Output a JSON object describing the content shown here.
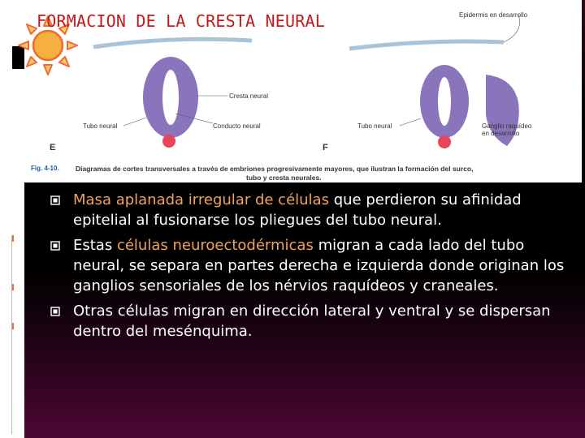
{
  "slide": {
    "title": "FORMACION DE LA CRESTA NEURAL"
  },
  "figure": {
    "labels": {
      "epidermis": "Epidermis en desarrollo",
      "cresta": "Cresta neural",
      "tubo_e": "Tubo neural",
      "conducto": "Conducto neural",
      "tubo_f": "Tubo neural",
      "ganglio_1": "Ganglio raquídeo",
      "ganglio_2": "en desarrollo",
      "panel_e": "E",
      "panel_f": "F"
    },
    "caption_code": "Fig. 4-10.",
    "caption_line1": "Diagramas de cortes transversales a través de embriones progresivamente mayores, que ilustran la formación del surco,",
    "caption_line2": "tubo y cresta neurales.",
    "colors": {
      "tube": "#8a75bd",
      "tube_inner": "#ffffff",
      "notochord": "#e8455b",
      "epidermis": "#a9c3d8"
    }
  },
  "bullets": [
    {
      "highlight": "Masa aplanada irregular de células",
      "text": " que perdieron su afinidad epitelial  al fusionarse los pliegues del tubo neural."
    },
    {
      "before": "Estas ",
      "highlight": "células neuroectodérmicas",
      "text": " migran a cada lado del tubo neural, se separa en partes derecha e izquierda donde originan los ganglios sensoriales de los nérvios raquídeos y craneales."
    },
    {
      "text": "Otras células migran en dirección lateral y ventral y se dispersan dentro del mesénquima."
    }
  ],
  "icons": {
    "sun": "sun-icon",
    "bullet": "checkbox-bullet-icon"
  },
  "theme": {
    "highlight": "#f0a35c",
    "title": "#c21a1a",
    "accent": "#f26b2e"
  }
}
